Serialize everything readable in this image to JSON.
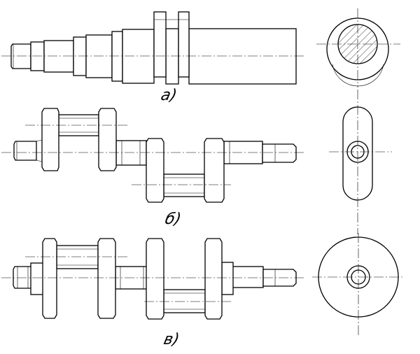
{
  "figure": {
    "captions": {
      "a": "а)",
      "b": "б)",
      "v": "в)"
    }
  }
}
